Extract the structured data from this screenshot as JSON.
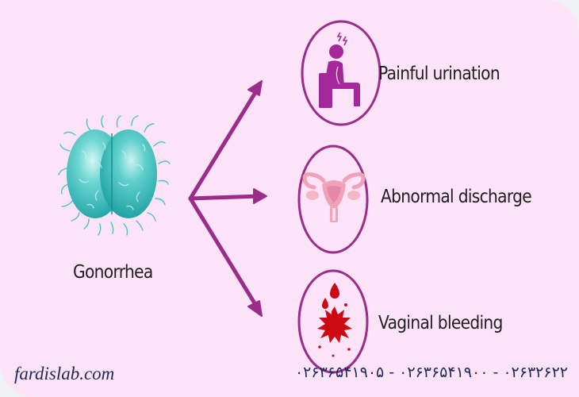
{
  "diagram": {
    "pathogen": {
      "label": "Gonorrhea",
      "icon": "bacteria-icon",
      "color": "#3fc4c4"
    },
    "arrow_color": "#9c2c8a",
    "symptoms": [
      {
        "label": "Painful urination",
        "icon": "person-on-toilet-icon",
        "icon_color": "#a4289a"
      },
      {
        "label": "Abnormal discharge",
        "icon": "uterus-icon",
        "icon_color": "#f0a3b8"
      },
      {
        "label": "Vaginal bleeding",
        "icon": "blood-splatter-icon",
        "icon_color": "#cc0a14"
      }
    ]
  },
  "footer": {
    "website": "fardislab.com",
    "phones": "۰۲۶۳۶۵۴۱۹۰۵ - ۰۲۶۳۶۵۴۱۹۰۰ - ۰۲۶۳۲۶۲۲"
  },
  "colors": {
    "background": "#fde3f8",
    "circle_stroke": "#9c2c8a",
    "text": "#1f1f1f",
    "footer_text": "#1c2a5a"
  }
}
